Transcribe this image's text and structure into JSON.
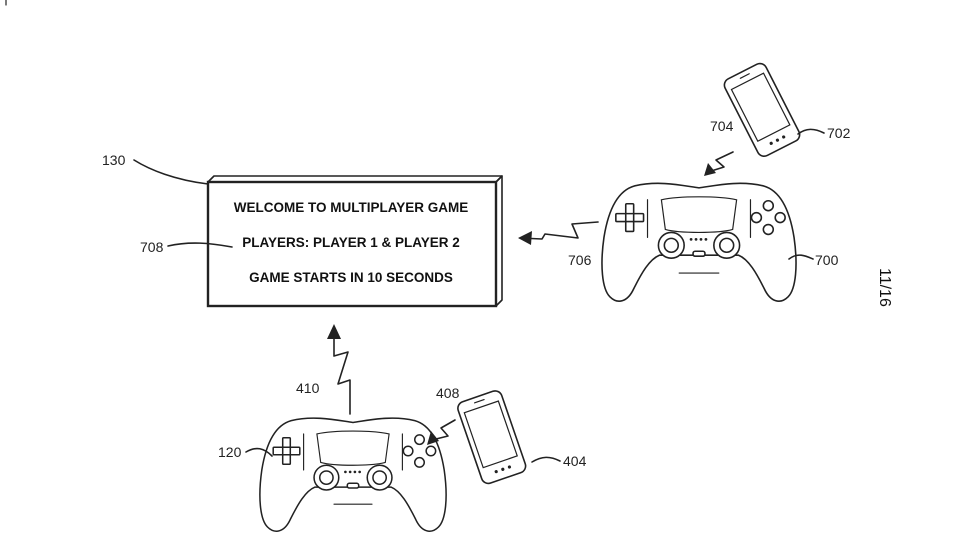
{
  "screen": {
    "ref": "130",
    "line1": "WELCOME TO MULTIPLAYER GAME",
    "line2": "PLAYERS: PLAYER 1 & PLAYER 2",
    "line3": "GAME STARTS IN 10 SECONDS",
    "content_ref": "708"
  },
  "controller_right": {
    "ref": "700",
    "signal_ref": "706"
  },
  "phone_right": {
    "ref": "702",
    "signal_ref": "704"
  },
  "controller_left": {
    "ref": "120",
    "signal_ref": "410"
  },
  "phone_left": {
    "ref": "404",
    "signal_ref": "408"
  },
  "sheet_number": "11/16"
}
